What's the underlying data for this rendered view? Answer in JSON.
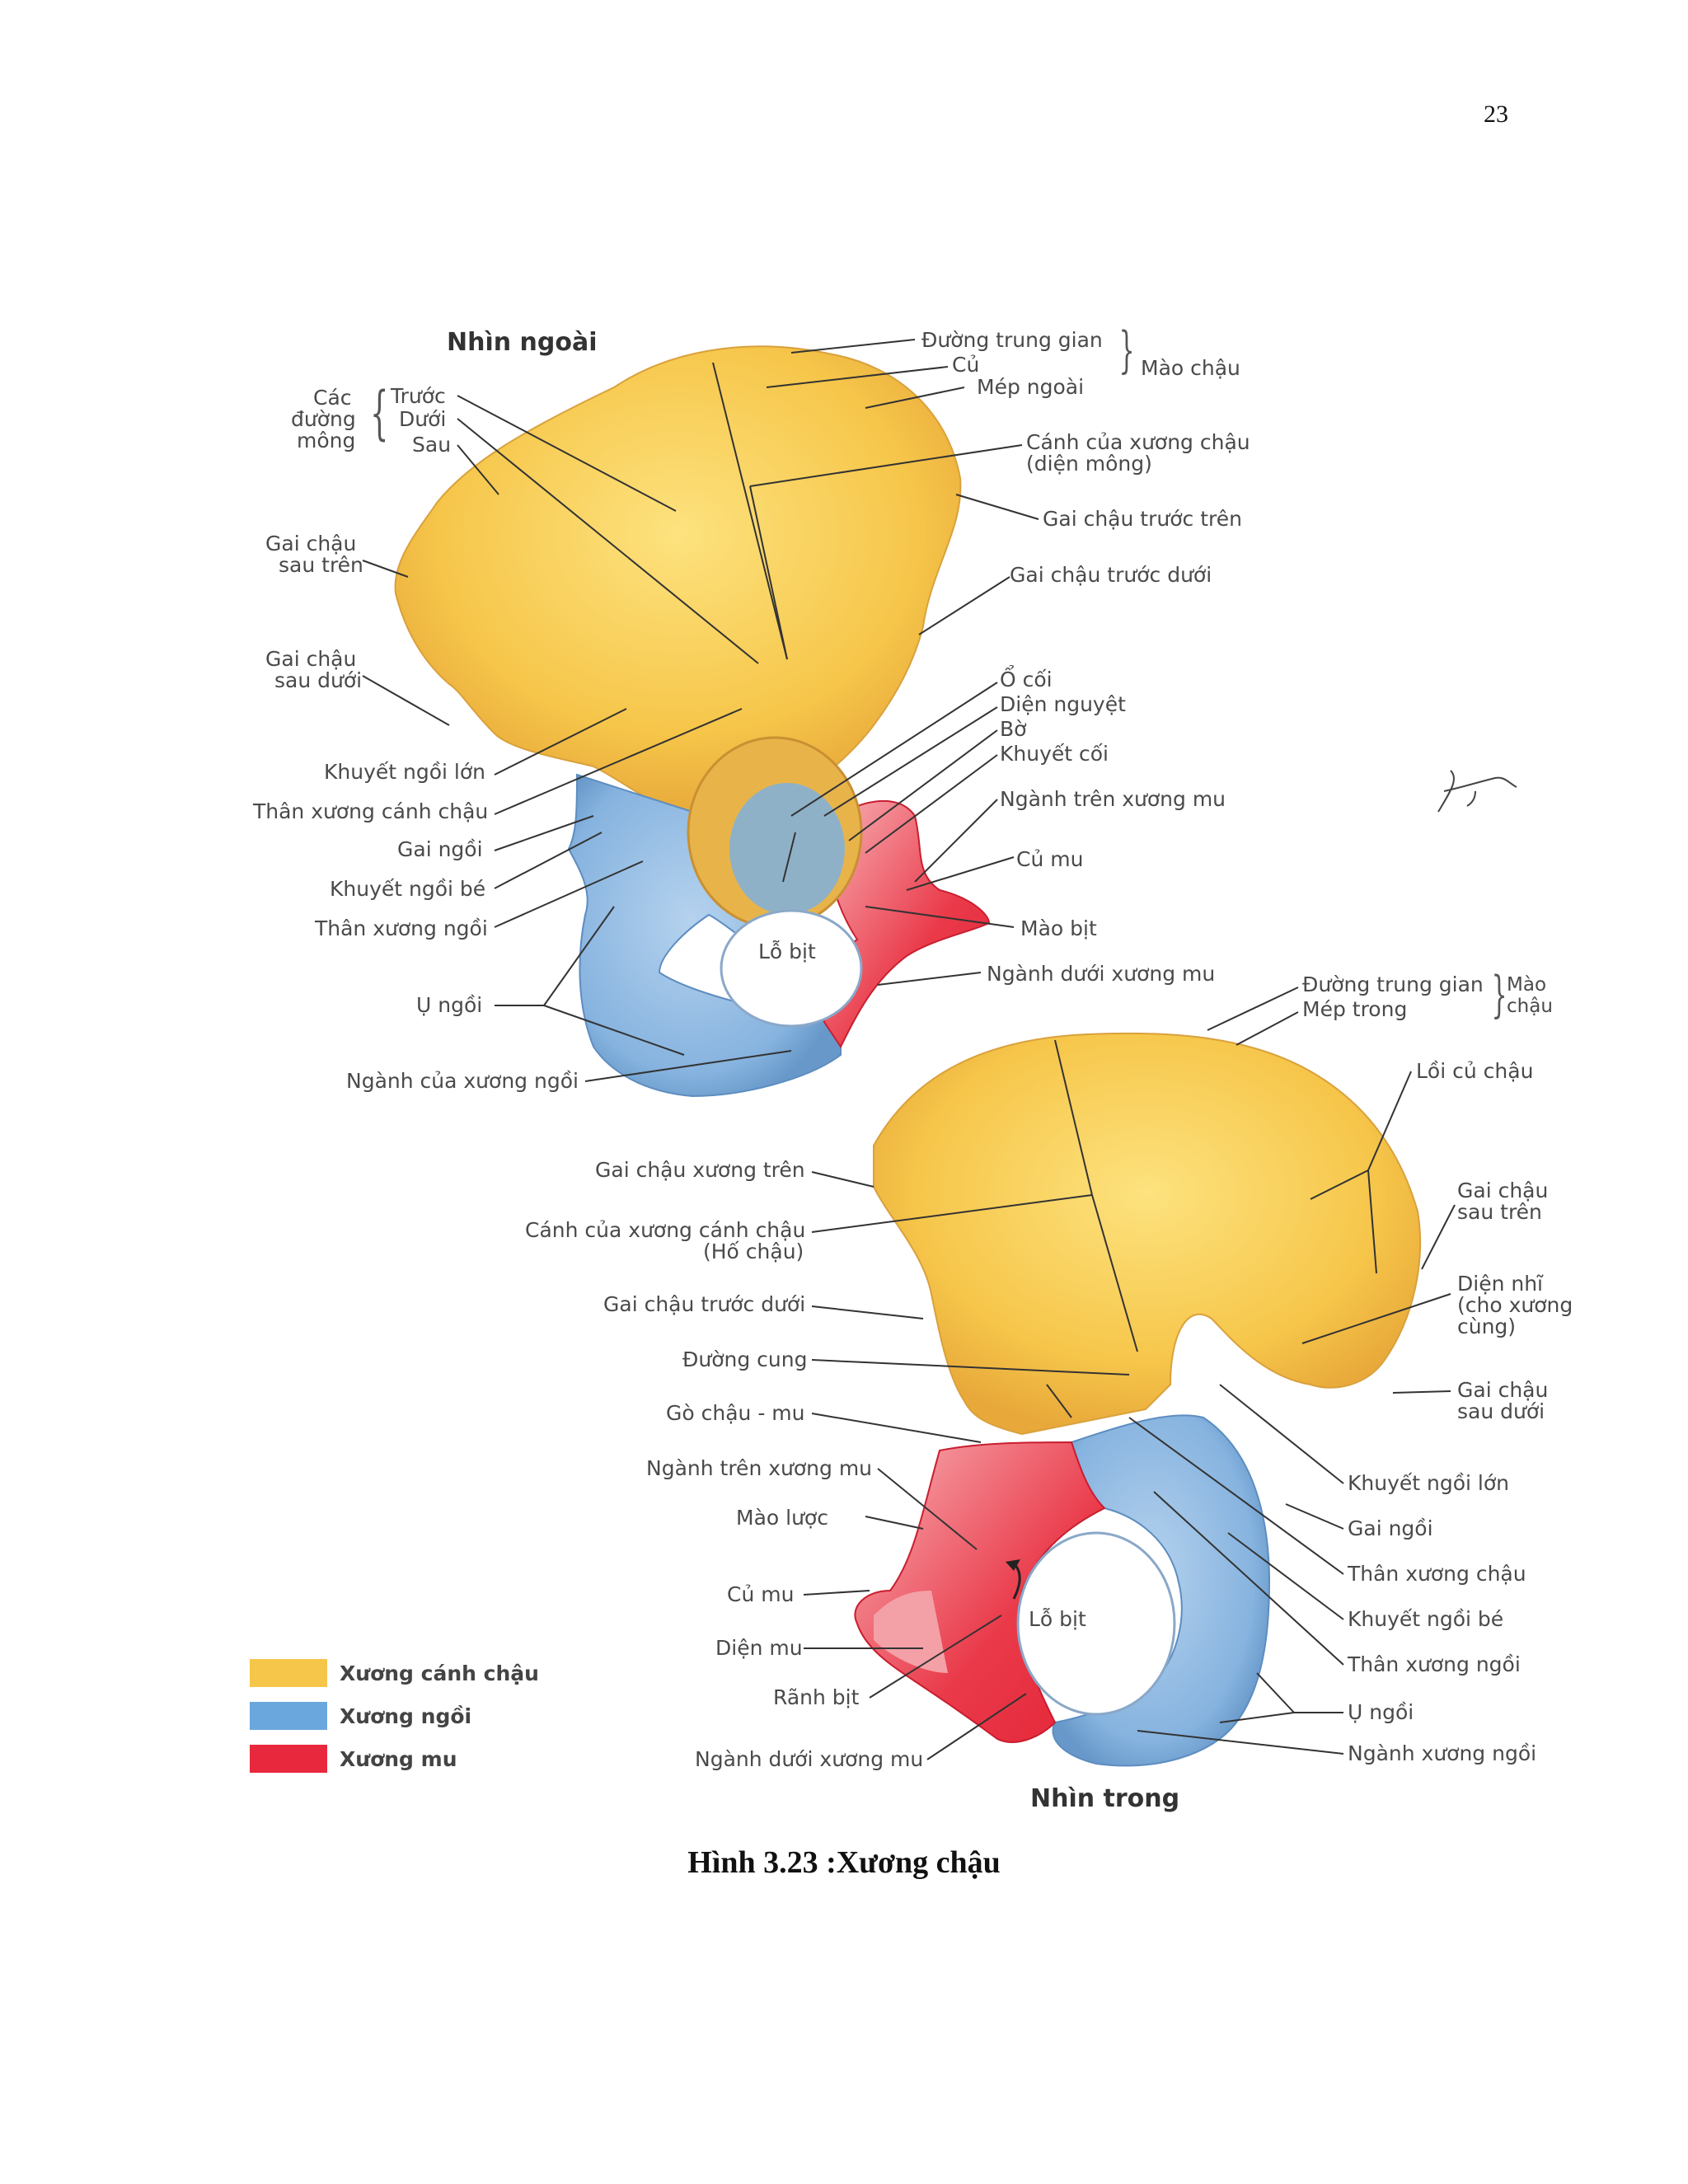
{
  "page_number": "23",
  "caption": "Hình 3.23 :Xương chậu",
  "views": {
    "outer_title": "Nhìn ngoài",
    "inner_title": "Nhìn trong"
  },
  "outer_labels": {
    "duong_trung_gian": "Đường trung gian",
    "cu": "Củ",
    "mep_ngoai": "Mép ngoài",
    "mao_chau": "Mào chậu",
    "cac_duong_mong_1": "Các",
    "cac_duong_mong_2": "đường",
    "cac_duong_mong_3": "mông",
    "truoc": "Trước",
    "duoi": "Dưới",
    "sau": "Sau",
    "canh_xuong_chau_1": "Cánh của xương chậu",
    "canh_xuong_chau_2": "(diện mông)",
    "gai_chau_truoc_tren": "Gai chậu trước trên",
    "gai_chau_sau_tren_1": "Gai chậu",
    "gai_chau_sau_tren_2": "sau trên",
    "gai_chau_truoc_duoi": "Gai chậu trước dưới",
    "gai_chau_sau_duoi_1": "Gai chậu",
    "gai_chau_sau_duoi_2": "sau dưới",
    "o_coi": "Ổ cối",
    "dien_nguyet": "Diện nguyệt",
    "bo": "Bờ",
    "khuyet_coi": "Khuyết cối",
    "khuyet_ngoi_lon": "Khuyết ngồi lớn",
    "than_xuong_canh_chau": "Thân xương cánh chậu",
    "nganh_tren_xuong_mu": "Ngành trên xương mu",
    "gai_ngoi": "Gai ngồi",
    "cu_mu": "Củ mu",
    "khuyet_ngoi_be": "Khuyết ngồi bé",
    "mao_bit": "Mào bịt",
    "than_xuong_ngoi": "Thân xương ngồi",
    "lo_bit": "Lỗ bịt",
    "nganh_duoi_xuong_mu": "Ngành dưới xương mu",
    "u_ngoi": "Ụ ngồi",
    "nganh_xuong_ngoi": "Ngành của xương ngồi"
  },
  "inner_labels": {
    "duong_trung_gian": "Đường trung gian",
    "mep_trong": "Mép trong",
    "mao_chau_1": "Mào",
    "mao_chau_2": "chậu",
    "loi_cu_chau": "Lồi củ chậu",
    "gai_chau_xuong_tren": "Gai chậu xương trên",
    "gai_chau_sau_tren_1": "Gai chậu",
    "gai_chau_sau_tren_2": "sau trên",
    "canh_xuong_canh_chau_1": "Cánh của xương cánh chậu",
    "canh_xuong_canh_chau_2": "(Hố chậu)",
    "dien_nhi_1": "Diện nhĩ",
    "dien_nhi_2": "(cho xương",
    "dien_nhi_3": "cùng)",
    "gai_chau_truoc_duoi": "Gai chậu trước dưới",
    "duong_cung": "Đường cung",
    "gai_chau_sau_duoi_1": "Gai chậu",
    "gai_chau_sau_duoi_2": "sau dưới",
    "go_chau_mu": "Gò chậu - mu",
    "nganh_tren_xuong_mu": "Ngành trên xương mu",
    "khuyet_ngoi_lon": "Khuyết ngồi lớn",
    "mao_luoc": "Mào lược",
    "gai_ngoi": "Gai ngồi",
    "than_xuong_chau": "Thân xương chậu",
    "cu_mu": "Củ mu",
    "lo_bit": "Lỗ bịt",
    "khuyet_ngoi_be": "Khuyết ngồi bé",
    "dien_mu": "Diện mu",
    "than_xuong_ngoi": "Thân xương ngồi",
    "ranh_bit": "Rãnh bịt",
    "u_ngoi": "Ụ ngồi",
    "nganh_duoi_xuong_mu": "Ngành dưới xương mu",
    "nganh_xuong_ngoi": "Ngành xương ngồi"
  },
  "legend": [
    {
      "label": "Xương cánh chậu",
      "color": "#f6c64a"
    },
    {
      "label": "Xương ngồi",
      "color": "#6aa7dc"
    },
    {
      "label": "Xương mu",
      "color": "#e8283c"
    }
  ],
  "colors": {
    "ilium": "#f6c64a",
    "ischium": "#8bb7e0",
    "pubis": "#e8283c",
    "pubis_light": "#f3a0a6"
  }
}
